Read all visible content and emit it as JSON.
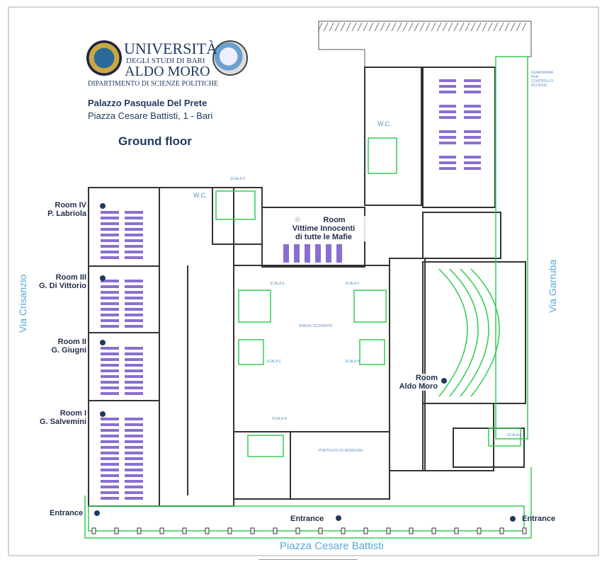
{
  "header": {
    "university_line1": "UNIVERSITÀ",
    "university_line2": "DEGLI STUDI DI BARI",
    "university_line3": "ALDO MORO",
    "department": "DIPARTIMENTO DI SCIENZE POLITICHE",
    "building": "Palazzo Pasquale Del Prete",
    "address": "Piazza Cesare Battisti, 1 - Bari",
    "floor": "Ground floor"
  },
  "streets": {
    "left": "Via Crisanzio",
    "right": "Via Garruba",
    "bottom": "Piazza Cesare Battisti"
  },
  "rooms": [
    {
      "line1": "Room IV",
      "line2": "P. Labriola"
    },
    {
      "line1": "Room III",
      "line2": "G. Di Vittorio"
    },
    {
      "line1": "Room II",
      "line2": "G. Giugni"
    },
    {
      "line1": "Room I",
      "line2": "G. Salvemini"
    },
    {
      "line1": "Room",
      "line2": "Vittime Innocenti",
      "line3": "di tutte le Mafie"
    },
    {
      "line1": "Room",
      "line2": "Aldo Moro"
    }
  ],
  "entrances": {
    "left": "Entrance",
    "center": "Entrance",
    "right": "Entrance"
  },
  "wc": [
    "W.C.",
    "W.C."
  ],
  "small_labels": {
    "scala_a": "SCALA A",
    "scala_b": "SCALA B",
    "scala_c": "SCALA C",
    "scala_d": "SCALA D",
    "scala_e": "SCALA E",
    "scala_f": "SCALA F",
    "scala_h": "SCALA H",
    "spazio": "SPAZIO SCOPERTO",
    "porticato": "PORTICATO DI INGRESSO",
    "control": "GUARDIANIA PER CONTROLLO ACCESSI"
  },
  "colors": {
    "wall": "#333333",
    "green": "#33cc55",
    "desk": "#8a6fd0",
    "text": "#1f2d4a",
    "street": "#5aa8d8",
    "door": "#1a2a9a"
  }
}
